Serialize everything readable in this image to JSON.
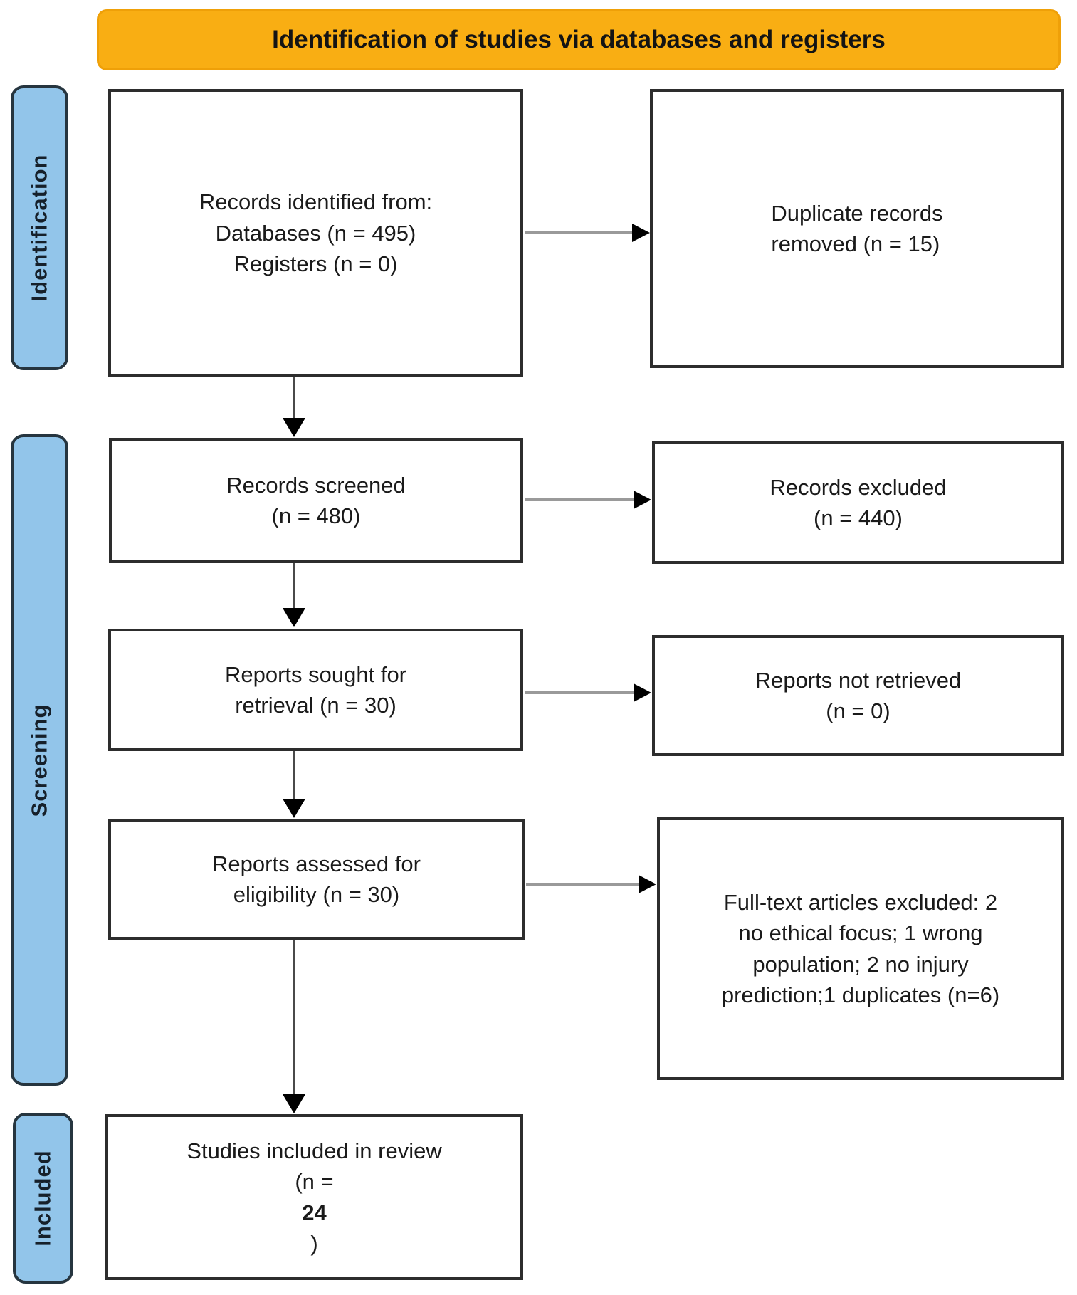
{
  "banner": {
    "title": "Identification of studies via databases and registers"
  },
  "sidebar": {
    "labels": {
      "identification": "Identification",
      "screening": "Screening",
      "included": "Included"
    }
  },
  "boxes": {
    "records_identified": {
      "lines": [
        "Records identified from:",
        "Databases (n = 495)",
        "Registers (n = 0)"
      ]
    },
    "duplicates_removed": {
      "lines": [
        "Duplicate records",
        "removed (n = 15)"
      ]
    },
    "records_screened": {
      "lines": [
        "Records screened",
        "(n = 480)"
      ]
    },
    "records_excluded": {
      "lines": [
        "Records excluded",
        "(n = 440)"
      ]
    },
    "reports_sought": {
      "lines": [
        "Reports sought for",
        "retrieval (n = 30)"
      ]
    },
    "reports_not_retrieved": {
      "lines": [
        "Reports not retrieved",
        "(n = 0)"
      ]
    },
    "reports_assessed": {
      "lines": [
        "Reports assessed for",
        "eligibility (n = 30)"
      ]
    },
    "fulltext_excluded": {
      "lines": [
        "Full-text articles excluded: 2",
        "no ethical focus; 1 wrong",
        "population; 2 no injury",
        "prediction;1 duplicates (n=6)"
      ]
    },
    "studies_included": {
      "line1": "Studies included in review",
      "n_prefix": "(n = ",
      "n_value": "24",
      "n_suffix": ")"
    }
  },
  "colors": {
    "banner_bg": "#F9AE13",
    "sidebar_bg": "#92C5EA",
    "sidebar_border": "#26353F",
    "box_border": "#2D2D2D",
    "arrow_line_horizontal": "#9A9A9A",
    "arrow_line_vertical": "#4A4A4A",
    "arrowhead": "#000000"
  }
}
